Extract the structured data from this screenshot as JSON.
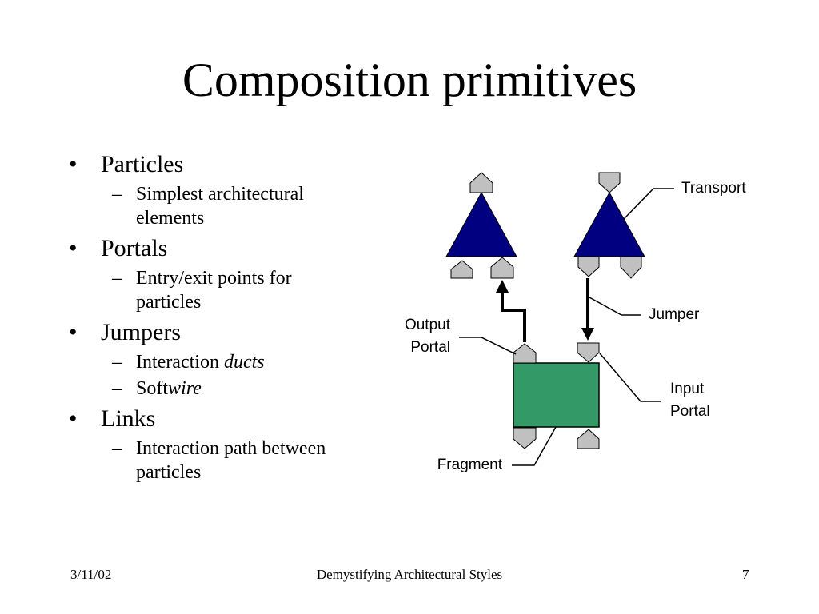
{
  "slide": {
    "title": "Composition primitives",
    "bullets": [
      {
        "label": "Particles",
        "subs": [
          {
            "parts": [
              {
                "text": "Simplest architectural",
                "italic": false
              }
            ]
          },
          {
            "parts": [
              {
                "text": "elements",
                "italic": false
              }
            ]
          }
        ]
      },
      {
        "label": "Portals",
        "subs": [
          {
            "parts": [
              {
                "text": "Entry/exit points for",
                "italic": false
              }
            ]
          },
          {
            "parts": [
              {
                "text": "particles",
                "italic": false
              }
            ]
          }
        ]
      },
      {
        "label": "Jumpers",
        "subs": [
          {
            "parts": [
              {
                "text": "Interaction ",
                "italic": false
              },
              {
                "text": "ducts",
                "italic": true
              }
            ]
          },
          {
            "parts": [
              {
                "text": "Soft",
                "italic": false
              },
              {
                "text": "wire",
                "italic": true
              }
            ]
          }
        ]
      },
      {
        "label": "Links",
        "subs": [
          {
            "parts": [
              {
                "text": "Interaction path between",
                "italic": false
              }
            ]
          },
          {
            "parts": [
              {
                "text": "particles",
                "italic": false
              }
            ]
          }
        ]
      }
    ],
    "footer": {
      "date": "3/11/02",
      "center": "Demystifying Architectural Styles",
      "page": "7"
    }
  },
  "diagram": {
    "colors": {
      "triangle": "#000080",
      "fragment": "#339966",
      "portal": "#c0c0c0",
      "line": "#000000"
    },
    "labels": {
      "transport": "Transport",
      "jumper": "Jumper",
      "output_portal_1": "Output",
      "output_portal_2": "Portal",
      "input_portal_1": "Input",
      "input_portal_2": "Portal",
      "fragment": "Fragment"
    }
  }
}
